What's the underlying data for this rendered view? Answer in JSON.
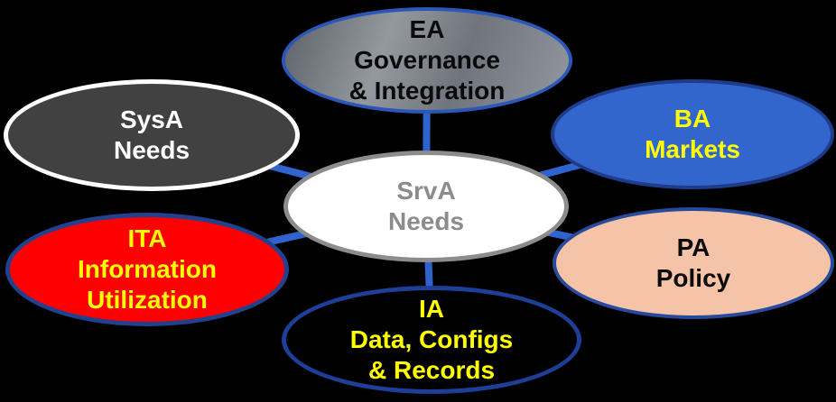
{
  "diagram": {
    "background_color": "#000000",
    "connector_color": "#2f63ce",
    "center_node": "srva",
    "nodes": {
      "srva": {
        "label_lines": [
          "SrvA",
          "Needs"
        ],
        "fill": "#ffffff",
        "border_color": "#8c8c8c",
        "text_color": "#8c8c8c"
      },
      "ea": {
        "label_lines": [
          "EA",
          "Governance",
          "& Integration"
        ],
        "fill": "gray-gradient",
        "border_color": "#2b58b8",
        "text_color": "#0a0a0a"
      },
      "sysa": {
        "label_lines": [
          "SysA",
          "Needs"
        ],
        "fill": "#414141",
        "border_color": "#ffffff",
        "text_color": "#ffffff"
      },
      "ba": {
        "label_lines": [
          "BA",
          "Markets"
        ],
        "fill": "#3366cc",
        "border_color": "#1e3c8c",
        "text_color": "#ffff00"
      },
      "ita": {
        "label_lines": [
          "ITA",
          "Information",
          "Utilization"
        ],
        "fill": "#fe0000",
        "border_color": "#21418f",
        "text_color": "#ffff00"
      },
      "pa": {
        "label_lines": [
          "PA",
          "Policy"
        ],
        "fill": "#f4c3a8",
        "border_color": "#274a9e",
        "text_color": "#0a0a0a"
      },
      "ia": {
        "label_lines": [
          "IA",
          "Data, Configs",
          "& Records"
        ],
        "fill": "#000000",
        "border_color": "#1e3f97",
        "text_color": "#ffff00"
      }
    },
    "connections": [
      {
        "from": "srva",
        "to": "ea"
      },
      {
        "from": "srva",
        "to": "sysa"
      },
      {
        "from": "srva",
        "to": "ba"
      },
      {
        "from": "srva",
        "to": "ita"
      },
      {
        "from": "srva",
        "to": "pa"
      },
      {
        "from": "srva",
        "to": "ia"
      }
    ]
  }
}
